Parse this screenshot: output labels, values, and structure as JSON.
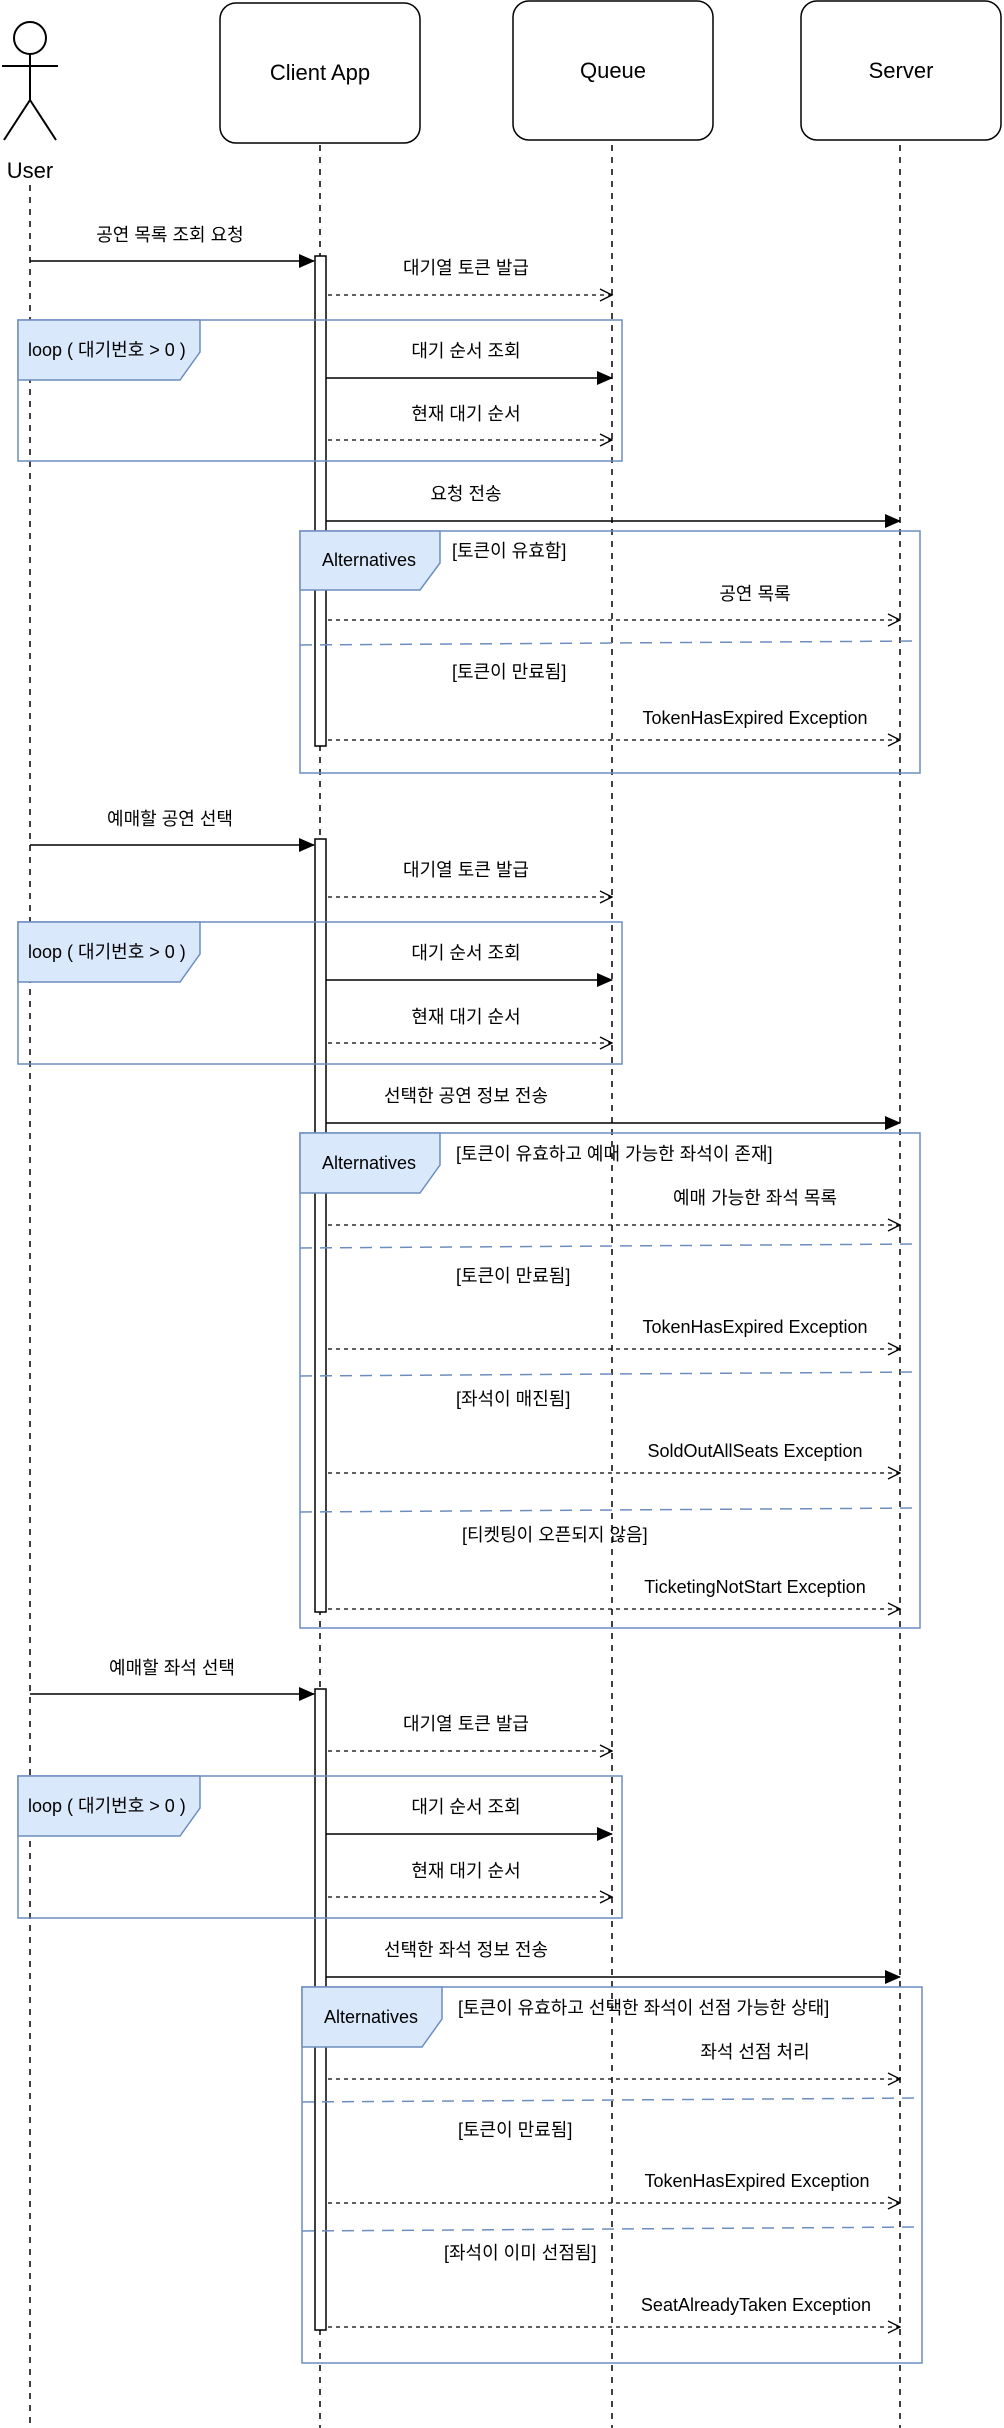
{
  "actor": {
    "name": "User"
  },
  "participants": [
    {
      "id": "client",
      "name": "Client App"
    },
    {
      "id": "queue",
      "name": "Queue"
    },
    {
      "id": "server",
      "name": "Server"
    }
  ],
  "colors": {
    "fragment_border": "#6C8EBF",
    "fragment_tab": "#DAE8FC",
    "line": "#000000"
  },
  "sections": [
    {
      "request": "공연 목록 조회 요청",
      "token_issue": "대기열 토큰 발급",
      "loop_label": "loop ( 대기번호 > 0 )",
      "queue_query": "대기 순서 조회",
      "queue_reply": "현재 대기 순서",
      "server_request": "요청 전송",
      "alt_label": "Alternatives",
      "alternatives": [
        {
          "condition": "[토큰이 유효함]",
          "reply": "공연 목록"
        },
        {
          "condition": "[토큰이 만료됨]",
          "reply": "TokenHasExpired Exception"
        }
      ]
    },
    {
      "request": "예매할 공연 선택",
      "token_issue": "대기열 토큰 발급",
      "loop_label": "loop ( 대기번호 > 0 )",
      "queue_query": "대기 순서 조회",
      "queue_reply": "현재 대기 순서",
      "server_request": "선택한 공연 정보 전송",
      "alt_label": "Alternatives",
      "alternatives": [
        {
          "condition": "[토큰이 유효하고 예매 가능한 좌석이 존재]",
          "reply": "예매 가능한 좌석 목록"
        },
        {
          "condition": "[토큰이 만료됨]",
          "reply": "TokenHasExpired Exception"
        },
        {
          "condition": "[좌석이 매진됨]",
          "reply": "SoldOutAllSeats Exception"
        },
        {
          "condition": "[티켓팅이 오픈되지 않음]",
          "reply": "TicketingNotStart Exception"
        }
      ]
    },
    {
      "request": "예매할 좌석 선택",
      "token_issue": "대기열 토큰 발급",
      "loop_label": "loop ( 대기번호 > 0 )",
      "queue_query": "대기 순서 조회",
      "queue_reply": "현재 대기 순서",
      "server_request": "선택한 좌석 정보 전송",
      "alt_label": "Alternatives",
      "alternatives": [
        {
          "condition": "[토큰이 유효하고 선택한 좌석이 선점 가능한 상태]",
          "reply": "좌석 선점 처리"
        },
        {
          "condition": "[토큰이 만료됨]",
          "reply": "TokenHasExpired Exception"
        },
        {
          "condition": "[좌석이 이미 선점됨]",
          "reply": "SeatAlreadyTaken Exception"
        }
      ]
    }
  ]
}
